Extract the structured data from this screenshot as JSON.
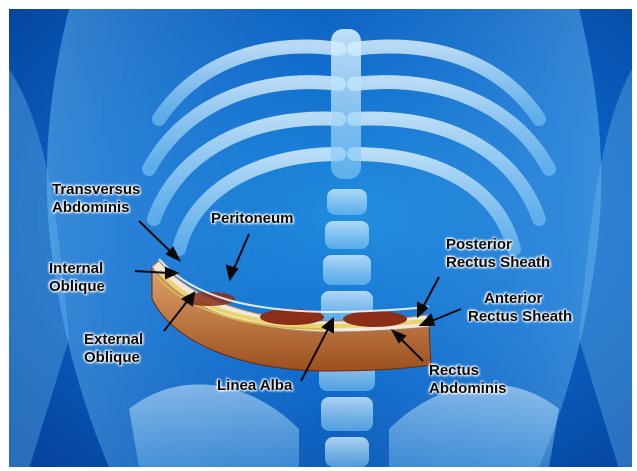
{
  "labels": {
    "transversus_abdominis": [
      "Transversus",
      "Abdominis"
    ],
    "peritoneum": "Peritoneum",
    "internal_oblique": [
      "Internal",
      "Oblique"
    ],
    "external_oblique": [
      "External",
      "Oblique"
    ],
    "linea_alba": "Linea Alba",
    "posterior_rectus_sheath": [
      "Posterior",
      "Rectus Sheath"
    ],
    "anterior_rectus_sheath": [
      "Anterior",
      "Rectus Sheath"
    ],
    "rectus_abdominis": [
      "Rectus",
      "Abdominis"
    ]
  },
  "colors": {
    "background": "#0b66c8",
    "skeleton": "#bfe6ff",
    "muscle": "#c97a3d",
    "fat": "#e9d36a",
    "rectus": "#8a2e1a"
  }
}
